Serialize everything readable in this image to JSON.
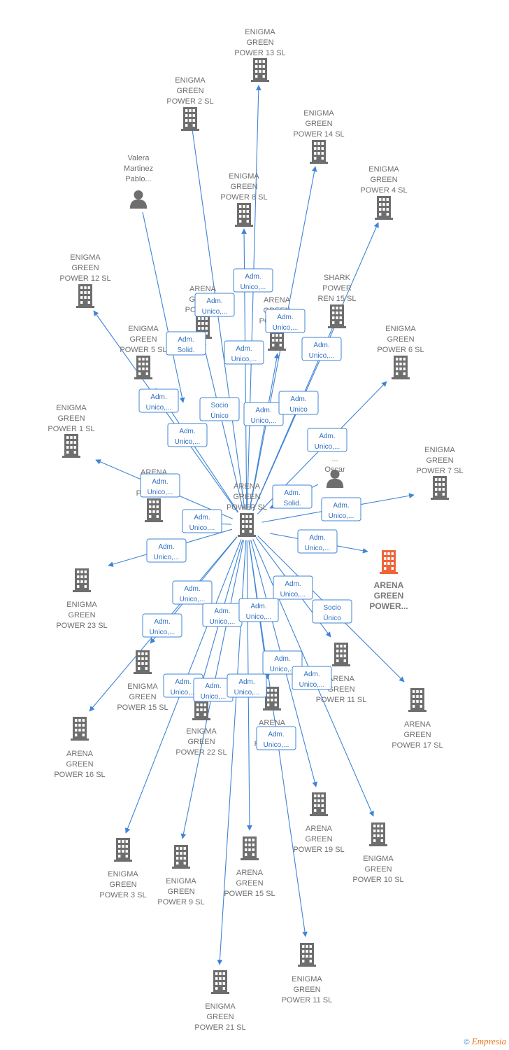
{
  "colors": {
    "edge": "#3f84d6",
    "node": "#6e6e6e",
    "focus_node": "#f0643a",
    "label": "#6e6e6e"
  },
  "center": {
    "label": [
      "ARENA",
      "GREEN",
      "POWER  SL"
    ]
  },
  "focus": {
    "label": [
      "ARENA",
      "GREEN",
      "POWER..."
    ]
  },
  "nodes": [
    {
      "type": "company",
      "label": [
        "ENIGMA",
        "GREEN",
        "POWER 13  SL"
      ]
    },
    {
      "type": "company",
      "label": [
        "ENIGMA",
        "GREEN",
        "POWER 2  SL"
      ]
    },
    {
      "type": "company",
      "label": [
        "ENIGMA",
        "GREEN",
        "POWER 14  SL"
      ]
    },
    {
      "type": "person",
      "label": [
        "Valera",
        "Martinez",
        "Pablo..."
      ]
    },
    {
      "type": "company",
      "label": [
        "ENIGMA",
        "GREEN",
        "POWER 8  SL"
      ]
    },
    {
      "type": "company",
      "label": [
        "ENIGMA",
        "GREEN",
        "POWER 4  SL"
      ]
    },
    {
      "type": "company",
      "label": [
        "ENIGMA",
        "GREEN",
        "POWER 12  SL"
      ]
    },
    {
      "type": "company",
      "label": [
        "ARENA",
        "GREEN",
        "POWER..."
      ]
    },
    {
      "type": "company",
      "label": [
        "ARENA",
        "GREEN",
        "POWER..."
      ]
    },
    {
      "type": "company",
      "label": [
        "SHARK",
        "POWER",
        "REN 15  SL"
      ]
    },
    {
      "type": "company",
      "label": [
        "ENIGMA",
        "GREEN",
        "POWER 5  SL"
      ]
    },
    {
      "type": "company",
      "label": [
        "ENIGMA",
        "GREEN",
        "POWER 6  SL"
      ]
    },
    {
      "type": "company",
      "label": [
        "ENIGMA",
        "GREEN",
        "POWER 1  SL"
      ]
    },
    {
      "type": "person",
      "label": [
        "...",
        "Oscar"
      ]
    },
    {
      "type": "company",
      "label": [
        "ENIGMA",
        "GREEN",
        "POWER 7  SL"
      ]
    },
    {
      "type": "company",
      "label": [
        "ARENA",
        "GREEN",
        "POWER..."
      ]
    },
    {
      "type": "company",
      "label": [
        "ENIGMA",
        "GREEN",
        "POWER 23  SL"
      ]
    },
    {
      "type": "company",
      "label": [
        "ENIGMA",
        "GREEN",
        "POWER 15  SL"
      ]
    },
    {
      "type": "company",
      "label": [
        "ARENA",
        "GREEN",
        "POWER 11  SL"
      ]
    },
    {
      "type": "company",
      "label": [
        "ARENA",
        "GREEN",
        "POWER 17  SL"
      ]
    },
    {
      "type": "company",
      "label": [
        "ENIGMA",
        "GREEN",
        "POWER 22  SL"
      ]
    },
    {
      "type": "company",
      "label": [
        "ARENA",
        "GREEN",
        "POWER..."
      ]
    },
    {
      "type": "company",
      "label": [
        "ARENA",
        "GREEN",
        "POWER 16  SL"
      ]
    },
    {
      "type": "company",
      "label": [
        "ARENA",
        "GREEN",
        "POWER 19  SL"
      ]
    },
    {
      "type": "company",
      "label": [
        "ENIGMA",
        "GREEN",
        "POWER 10  SL"
      ]
    },
    {
      "type": "company",
      "label": [
        "ENIGMA",
        "GREEN",
        "POWER 3  SL"
      ]
    },
    {
      "type": "company",
      "label": [
        "ENIGMA",
        "GREEN",
        "POWER 9  SL"
      ]
    },
    {
      "type": "company",
      "label": [
        "ARENA",
        "GREEN",
        "POWER 15  SL"
      ]
    },
    {
      "type": "company",
      "label": [
        "ENIGMA",
        "GREEN",
        "POWER 11  SL"
      ]
    },
    {
      "type": "company",
      "label": [
        "ENIGMA",
        "GREEN",
        "POWER 21  SL"
      ]
    }
  ],
  "relations": [
    {
      "lines": [
        "Adm.",
        "Unico,..."
      ]
    },
    {
      "lines": [
        "Adm.",
        "Unico,..."
      ]
    },
    {
      "lines": [
        "Adm.",
        "Unico,..."
      ]
    },
    {
      "lines": [
        "Adm.",
        "Solid."
      ]
    },
    {
      "lines": [
        "Adm.",
        "Unico,..."
      ]
    },
    {
      "lines": [
        "Adm.",
        "Unico,..."
      ]
    },
    {
      "lines": [
        "Adm.",
        "Unico,..."
      ]
    },
    {
      "lines": [
        "Socio",
        "Único"
      ]
    },
    {
      "lines": [
        "Adm.",
        "Unico,..."
      ]
    },
    {
      "lines": [
        "Adm.",
        "Unico"
      ]
    },
    {
      "lines": [
        "Adm.",
        "Unico,..."
      ]
    },
    {
      "lines": [
        "Adm.",
        "Unico,..."
      ]
    },
    {
      "lines": [
        "Adm.",
        "Unico,..."
      ]
    },
    {
      "lines": [
        "Adm.",
        "Solid."
      ]
    },
    {
      "lines": [
        "Adm.",
        "Unico,..."
      ]
    },
    {
      "lines": [
        "Adm.",
        "Unico,..."
      ]
    },
    {
      "lines": [
        "Adm.",
        "Unico,..."
      ]
    },
    {
      "lines": [
        "Adm.",
        "Unico,..."
      ]
    },
    {
      "lines": [
        "Adm.",
        "Unico,..."
      ]
    },
    {
      "lines": [
        "Adm.",
        "Unico,..."
      ]
    },
    {
      "lines": [
        "Adm.",
        "Unico,..."
      ]
    },
    {
      "lines": [
        "Adm.",
        "Unico,..."
      ]
    },
    {
      "lines": [
        "Adm.",
        "Unico,..."
      ]
    },
    {
      "lines": [
        "Socio",
        "Único"
      ]
    },
    {
      "lines": [
        "Adm.",
        "Unico,..."
      ]
    },
    {
      "lines": [
        "Adm.",
        "Unico,..."
      ]
    },
    {
      "lines": [
        "Adm.",
        "Unico,..."
      ]
    },
    {
      "lines": [
        "Adm.",
        "Unico,..."
      ]
    },
    {
      "lines": [
        "Adm.",
        "Unico,..."
      ]
    },
    {
      "lines": [
        "Adm.",
        "Unico,..."
      ]
    }
  ],
  "footer": {
    "copyright": "©",
    "brand": "Empresia"
  }
}
